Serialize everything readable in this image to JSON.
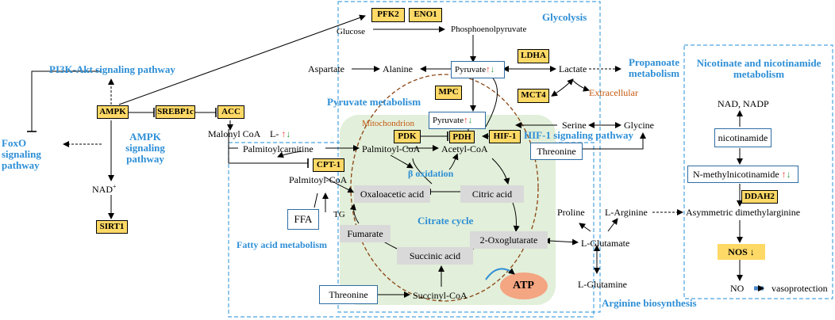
{
  "regions": {
    "glycolysis": "Glycolysis",
    "pi3k": "PI3K-Akt signaling pathway",
    "ampk_pathway": "AMPK signaling pathway",
    "foxo": "FoxO signaling pathway",
    "pyruvate_metabolism": "Pyruvate metabolism",
    "hif1": "HIF-1 signaling pathway",
    "propanoate": "Propanoate metabolism",
    "nicotinate": "Nicotinate and nicotinamide metabolism",
    "fatty_acid": "Fatty acid metabolism",
    "citrate_cycle": "Citrate cycle",
    "arginine_biosynthesis": "Arginine biosynthesis",
    "mitochondrion": "Mitochondrion",
    "beta_oxidation": "β oxidation"
  },
  "genes": {
    "pfk2": "PFK2",
    "eno1": "ENO1",
    "ldha": "LDHA",
    "mpc": "MPC",
    "mct4": "MCT4",
    "pdk": "PDK",
    "pdh": "PDH",
    "hif1": "HIF-1",
    "ampk": "AMPK",
    "srebp1c": "SREBP1c",
    "acc": "ACC",
    "cpt1": "CPT-1",
    "sirt1": "SIRT1",
    "ddah2": "DDAH2",
    "nos": "NOS ↓"
  },
  "metabolites": {
    "glucose": "Glucose",
    "pep": "Phosphoenolpyruvate",
    "aspartate": "Aspartate",
    "alanine": "Alanine",
    "pyruvate_cyto": "Pyruvate",
    "lactate": "Lactate",
    "extracellular": "Extracellular",
    "pyruvate_mito": "Pyruvate",
    "serine": "Serine",
    "glycine": "Glycine",
    "threonine_top": "Threonine",
    "malonyl_coa": "Malonyl CoA",
    "l_prefix": "L-",
    "palmitoylcarnitine": "Palmitoylcarnitine",
    "palmitoyl_coa_top": "Palmitoyl-CoA",
    "acetyl_coa": "Acetyl-CoA",
    "palmitoyl_coa_left": "Palmitoyl-CoA",
    "nad_plus": "NAD",
    "nad_sup": "+",
    "ffa": "FFA",
    "tg": "TG",
    "oxaloacetic": "Oxaloacetic acid",
    "citric": "Citric acid",
    "fumarate": "Fumarate",
    "oxoglutarate": "2-Oxoglutarate",
    "succinic": "Succinic acid",
    "threonine_bottom": "Threonine",
    "succinyl_coa": "Succinyl-CoA",
    "atp": "ATP",
    "proline": "Proline",
    "l_arginine": "L-Arginine",
    "l_glutamate": "L-Glutamate",
    "l_glutamine": "L-Glutamine",
    "nad_nadp": "NAD, NADP",
    "nicotinamide": "nicotinamide",
    "n_methylnicotinamide": "N-methylnicotinamide",
    "adma": "Asymmetric  dimethylarginine",
    "no": "NO",
    "vasoprotection": "vasoprotection"
  },
  "indicators": {
    "up": "↑",
    "down": "↓"
  },
  "colors": {
    "region_label": "#2e8fd6",
    "gene_fill": "#ffd966",
    "mito_fill": "#e2efda",
    "mito_border": "#8b4513",
    "up_arrow": "#e8392a",
    "down_arrow": "#2f9e3a",
    "atp_fill": "#f4a582",
    "extracellular_text": "#c55a11"
  }
}
